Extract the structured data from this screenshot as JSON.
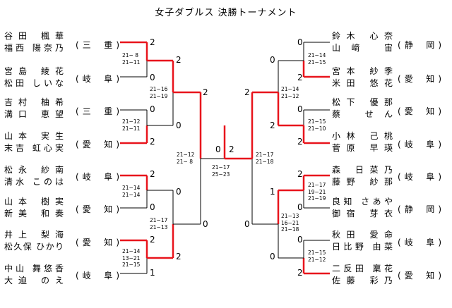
{
  "title": "女子ダブルス 決勝トーナメント",
  "colors": {
    "winner": "#e8141c",
    "line": "#000000"
  },
  "left_pairs": [
    {
      "p1": "谷田 楓華",
      "p2": "福西 陽奈乃",
      "pref": "三 重"
    },
    {
      "p1": "宮島 綾花",
      "p2": "松田 しいな",
      "pref": "岐 阜"
    },
    {
      "p1": "吉村 柚希",
      "p2": "溝口 恵望",
      "pref": "三 重"
    },
    {
      "p1": "山本 実生",
      "p2": "末吉 虹心実",
      "pref": "愛 知"
    },
    {
      "p1": "松永 紗南",
      "p2": "清水 このは",
      "pref": "岐 阜"
    },
    {
      "p1": "山本 樹実",
      "p2": "新美 和奏",
      "pref": "愛 知"
    },
    {
      "p1": "井上 梨海",
      "p2": "松久保 ひかり",
      "pref": "愛 知"
    },
    {
      "p1": "中山 舞悠香",
      "p2": "大迫 のえ",
      "pref": "岐 阜"
    }
  ],
  "right_pairs": [
    {
      "p1": "鈴木 心奈",
      "p2": "山﨑 宙",
      "pref": "静 岡"
    },
    {
      "p1": "宮本 紗季",
      "p2": "米田 悠花",
      "pref": "愛 知"
    },
    {
      "p1": "松下 優那",
      "p2": "蔡 せん",
      "pref": "愛 知"
    },
    {
      "p1": "小林 己桃",
      "p2": "菅原 早瑛",
      "pref": "岐 阜"
    },
    {
      "p1": "森 日菜乃",
      "p2": "藤野 紗那",
      "pref": "岐 阜"
    },
    {
      "p1": "良知 さあや",
      "p2": "御宿 芽衣",
      "pref": "静 岡"
    },
    {
      "p1": "秋田 愛命",
      "p2": "日比野 由菜",
      "pref": "岐 阜"
    },
    {
      "p1": "二反田 稟花",
      "p2": "佐藤 彩乃",
      "pref": "愛 知"
    }
  ],
  "scores": {
    "L_r1_a": "21− 8\n21−11",
    "L_r1_b": "21−12\n21−11",
    "L_r1_c": "21−14\n21−14",
    "L_r1_d": "21−14\n13−21\n21−15",
    "L_r2_a": "21−16\n21−19",
    "L_r2_b": "21−17\n21−13",
    "L_sf": "21−12\n21− 8",
    "F": "21−17\n25−23",
    "R_sf": "21−17\n21−18",
    "R_r2_a": "21−14\n21−12",
    "R_r2_b": "21−13\n16−21\n21−18",
    "R_r1_a": "21−14\n21−15",
    "R_r1_b": "21−15\n21−10",
    "R_r1_c": "21−17\n19−21\n21−19",
    "R_r1_d": "21−15\n21−12"
  },
  "games": {
    "L_r1": [
      "2",
      "0",
      "0",
      "2",
      "2",
      "0",
      "2",
      "1"
    ],
    "L_r2": [
      "2",
      "0",
      "0",
      "2"
    ],
    "L_sf": [
      "2",
      "0"
    ],
    "F": [
      "0",
      "2"
    ],
    "R_sf": [
      "2",
      "0"
    ],
    "R_r2": [
      "0",
      "2",
      "1",
      "0"
    ],
    "R_r1": [
      "0",
      "2",
      "0",
      "2",
      "2",
      "0",
      "0",
      "2"
    ]
  }
}
